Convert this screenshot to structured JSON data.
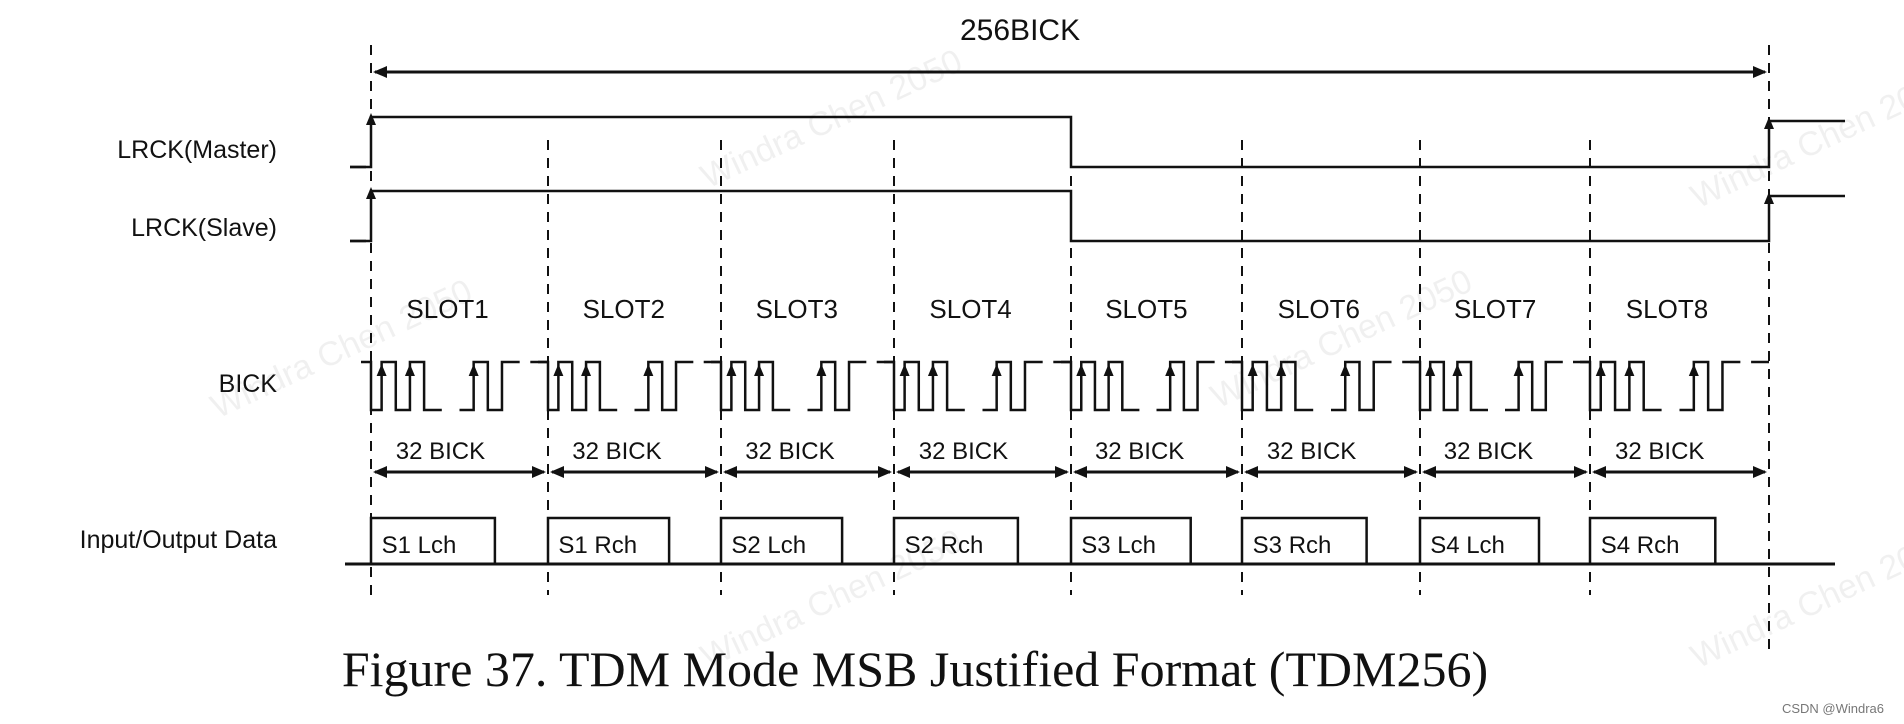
{
  "figure": {
    "total_label": "256BICK",
    "signals": {
      "lrck_master": "LRCK(Master)",
      "lrck_slave": "LRCK(Slave)",
      "bick": "BICK",
      "data": "Input/Output Data"
    },
    "slots": [
      "SLOT1",
      "SLOT2",
      "SLOT3",
      "SLOT4",
      "SLOT5",
      "SLOT6",
      "SLOT7",
      "SLOT8"
    ],
    "slot_width_labels": [
      "32 BICK",
      "32 BICK",
      "32 BICK",
      "32 BICK",
      "32 BICK",
      "32 BICK",
      "32 BICK",
      "32 BICK"
    ],
    "data_words": [
      "S1 Lch",
      "S1 Rch",
      "S2 Lch",
      "S2 Rch",
      "S3 Lch",
      "S3 Rch",
      "S4 Lch",
      "S4 Rch"
    ],
    "caption": "Figure 37. TDM Mode MSB Justified Format (TDM256)"
  },
  "watermark": "Windra Chen 2050",
  "footer": "CSDN @Windra6"
}
